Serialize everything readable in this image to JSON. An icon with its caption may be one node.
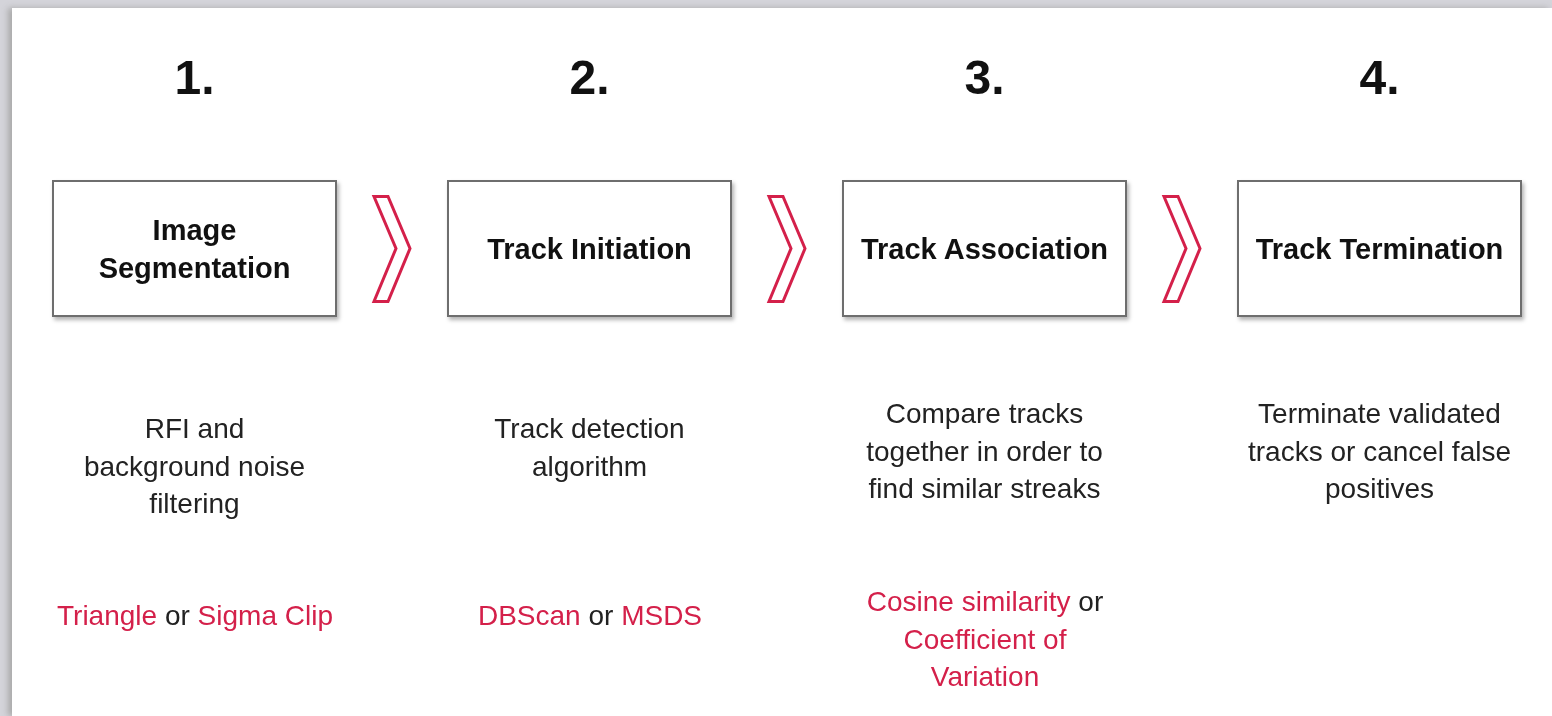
{
  "diagram": {
    "nodes": [
      {
        "text": [
          "Image Segmentation"
        ],
        "beside": [
          "1.",
          "RFI and background noise filtering"
        ]
      },
      {
        "text": [
          "Track Initiation"
        ],
        "beside": [
          "2.",
          "Track detection algorithm"
        ]
      },
      {
        "text": [
          "Track Association"
        ],
        "beside": [
          "3.",
          "Compare tracks together in order to find similar streaks"
        ]
      },
      {
        "text": [
          "Track Termination"
        ],
        "beside": [
          "4.",
          "Terminate validated tracks or cancel false positives"
        ]
      }
    ],
    "edges": [
      {
        "from": 0,
        "to": 1,
        "arrow": "to",
        "color": "#d4204a"
      },
      {
        "from": 1,
        "to": 2,
        "arrow": "to",
        "color": "#d4204a"
      },
      {
        "from": 2,
        "to": 3,
        "arrow": "to",
        "color": "#d4204a"
      }
    ],
    "labels": [
      "Triangle",
      "or",
      "Sigma Clip",
      "DBScan",
      "or",
      "MSDS",
      "Cosine similarity",
      "or",
      "Coefficient of Variation"
    ]
  }
}
